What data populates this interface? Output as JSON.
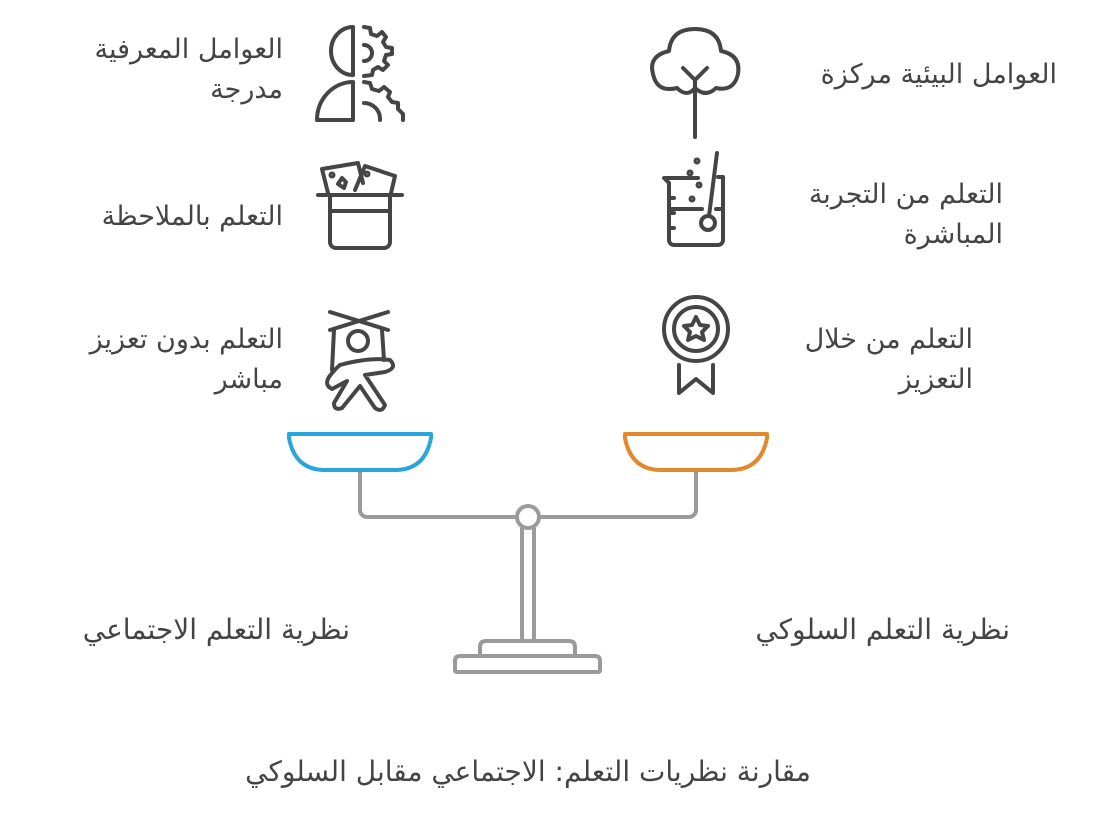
{
  "title": "مقارنة نظريات التعلم: الاجتماعي مقابل السلوكي",
  "social": {
    "name": "نظرية التعلم الاجتماعي",
    "color": "#2aa6db",
    "items": [
      {
        "label_line1": "العوامل المعرفية",
        "label_line2": "مدرجة",
        "icon": "brain-gear-icon"
      },
      {
        "label_line1": "التعلم بالملاحظة",
        "label_line2": "",
        "icon": "magic-hat-cards-icon"
      },
      {
        "label_line1": "التعلم بدون تعزيز",
        "label_line2": "مباشر",
        "icon": "person-crossed-icon"
      }
    ]
  },
  "behavioral": {
    "name": "نظرية التعلم السلوكي",
    "color": "#e0892f",
    "items": [
      {
        "label_line1": "العوامل البيئية مركزة",
        "label_line2": "",
        "icon": "tree-icon"
      },
      {
        "label_line1": "التعلم من التجربة",
        "label_line2": "المباشرة",
        "icon": "beaker-icon"
      },
      {
        "label_line1": "التعلم من خلال",
        "label_line2": "التعزيز",
        "icon": "medal-icon"
      }
    ]
  }
}
